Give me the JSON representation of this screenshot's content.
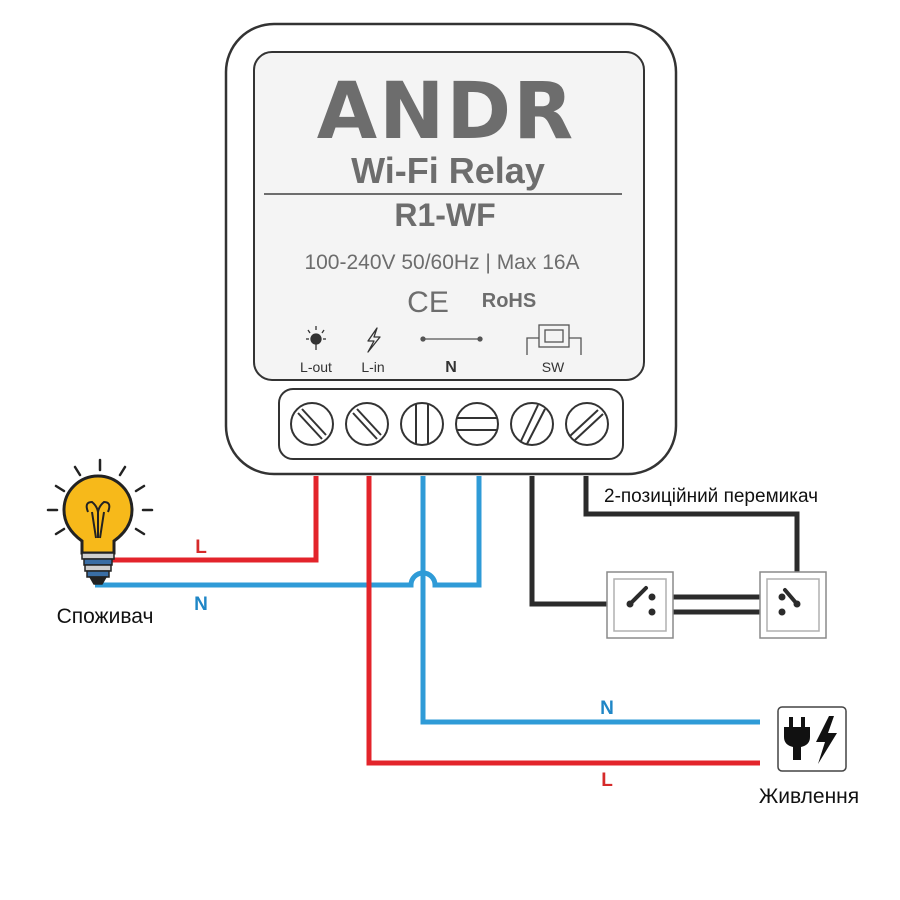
{
  "device": {
    "brand": "ANDR",
    "product": "Wi-Fi Relay",
    "model": "R1-WF",
    "specs": "100-240V 50/60Hz | Max 16A",
    "ce_mark": "CE",
    "rohs_mark": "RoHS",
    "terminals": {
      "l_out": "L-out",
      "l_in": "L-in",
      "n": "N",
      "sw": "SW"
    }
  },
  "wires": {
    "load_l": "L",
    "load_n": "N",
    "supply_n": "N",
    "supply_l": "L"
  },
  "labels": {
    "consumer": "Споживач",
    "switch": "2-позиційний перемикач",
    "power": "Живлення"
  },
  "colors": {
    "live": "#e3242b",
    "neutral": "#2f9bd7",
    "switch_wire": "#2b2b2b",
    "label_red": "#d62a2a",
    "label_blue": "#1f86c6",
    "module_gray": "#6d6d6d"
  }
}
